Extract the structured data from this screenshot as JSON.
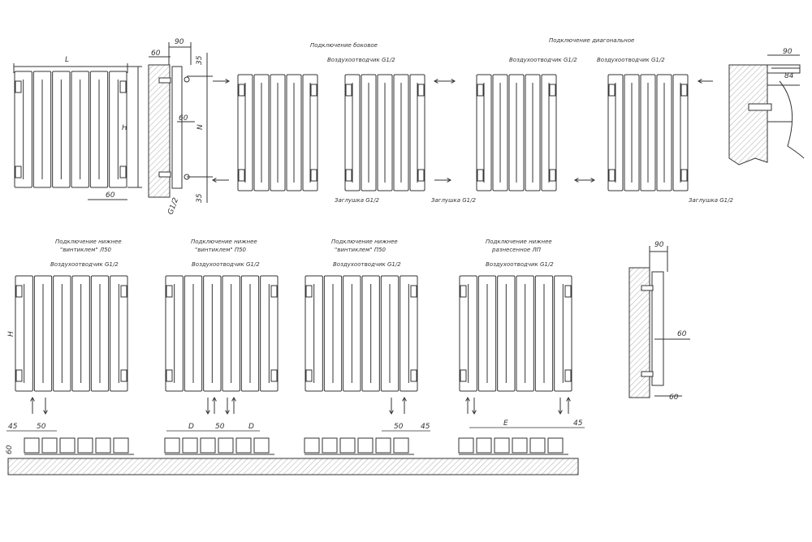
{
  "title_side": "Подключение боковое",
  "title_diag": "Подключение диагональное",
  "vent": "Воздухоотводчик G1/2",
  "plug": "Заглушка G1/2",
  "bottom_titles": [
    [
      "Подключение нижнее",
      "\"винтиклем\" Л50"
    ],
    [
      "Подключение нижнее",
      "\"винтиклем\" П50"
    ],
    [
      "Подключение нижнее",
      "\"винтиклем\" П50"
    ],
    [
      "Подключение нижнее",
      "разнесенное ЛП"
    ]
  ],
  "dims": {
    "L": "L",
    "H": "H",
    "N": "N",
    "D": "D",
    "E": "E",
    "d90": "90",
    "d60": "60",
    "d35": "35",
    "d84": "84",
    "d45": "45",
    "d50": "50",
    "g12": "G1/2"
  },
  "colors": {
    "line": "#333333",
    "hatch": "#888888"
  }
}
